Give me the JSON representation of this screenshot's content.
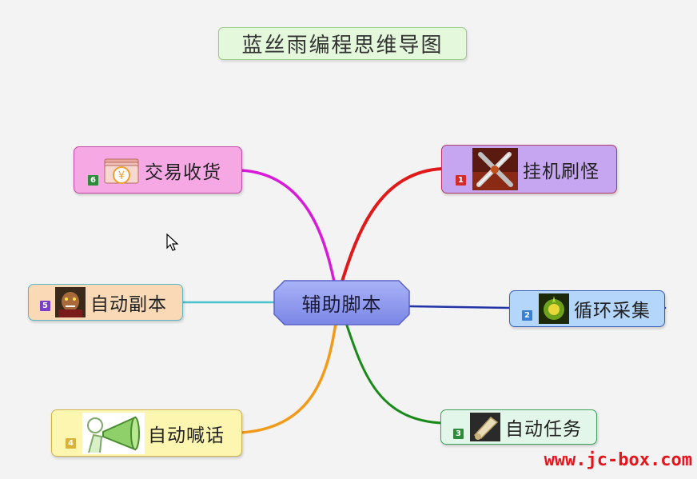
{
  "title": "蓝丝雨编程思维导图",
  "center": {
    "label": "辅助脚本"
  },
  "nodes": [
    {
      "id": 1,
      "badge": "1",
      "label": "挂机刷怪",
      "icon": "crossed-blades-icon",
      "fill": "#c6a6f0",
      "border": "#b23a6a",
      "badge_color": "#d42a2a",
      "branch_color": "#e01a1a"
    },
    {
      "id": 2,
      "badge": "2",
      "label": "循环采集",
      "icon": "green-glow-icon",
      "fill": "#b3d6fa",
      "border": "#3a63b8",
      "badge_color": "#3a7fd6",
      "branch_color": "#2233a8"
    },
    {
      "id": 3,
      "badge": "3",
      "label": "自动任务",
      "icon": "scroll-icon",
      "fill": "#e2f7ea",
      "border": "#3fa25a",
      "badge_color": "#2e8b3a",
      "branch_color": "#1a8a1a"
    },
    {
      "id": 4,
      "badge": "4",
      "label": "自动喊话",
      "icon": "megaphone-icon",
      "fill": "#fdf6b0",
      "border": "#d4b24a",
      "badge_color": "#d9b23a",
      "branch_color": "#f29a1a"
    },
    {
      "id": 5,
      "badge": "5",
      "label": "自动副本",
      "icon": "orc-warrior-icon",
      "fill": "#f9d9b6",
      "border": "#5ab8c8",
      "badge_color": "#7a3fc8",
      "branch_color": "#49c2cc"
    },
    {
      "id": 6,
      "badge": "6",
      "label": "交易收货",
      "icon": "money-icon",
      "fill": "#f6a8e4",
      "border": "#c44aa8",
      "badge_color": "#2e8b3a",
      "branch_color": "#d91ad9"
    }
  ],
  "watermark": "www.jc-box.com"
}
